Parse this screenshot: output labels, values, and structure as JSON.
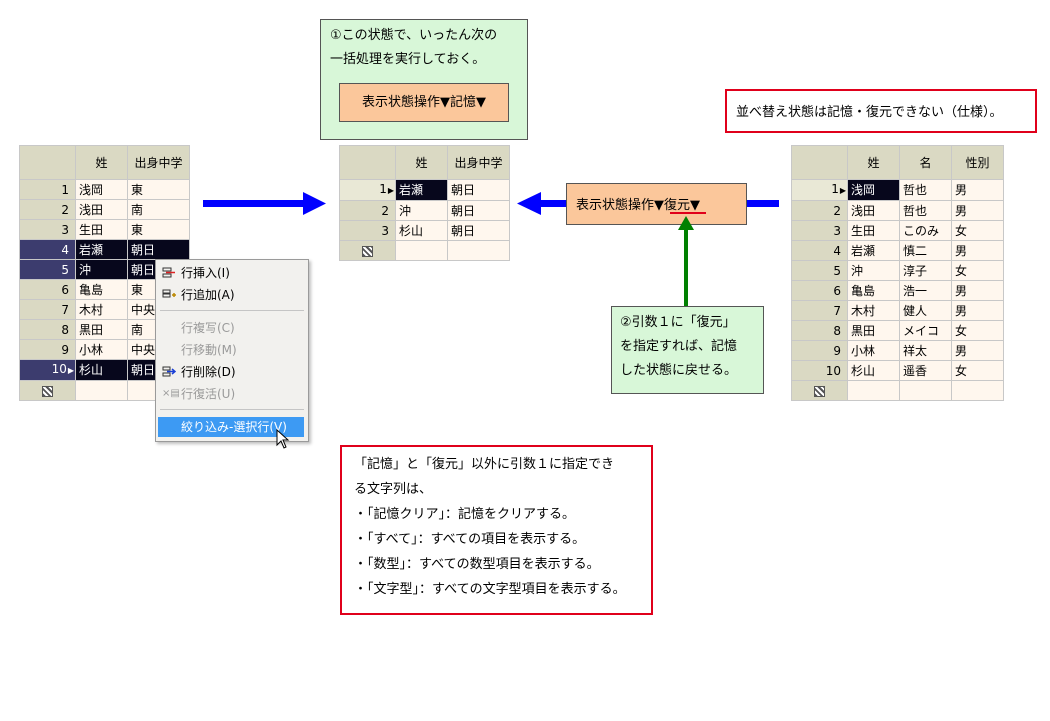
{
  "columns": {
    "sei": "姓",
    "chugaku": "出身中学",
    "mei": "名",
    "seibetsu": "性別"
  },
  "left_grid": {
    "rows": [
      {
        "no": "1",
        "sei": "浅岡",
        "chugaku": "東",
        "selected": false
      },
      {
        "no": "2",
        "sei": "浅田",
        "chugaku": "南",
        "selected": false
      },
      {
        "no": "3",
        "sei": "生田",
        "chugaku": "東",
        "selected": false
      },
      {
        "no": "4",
        "sei": "岩瀬",
        "chugaku": "朝日",
        "selected": true
      },
      {
        "no": "5",
        "sei": "沖",
        "chugaku": "朝日",
        "selected": true
      },
      {
        "no": "6",
        "sei": "亀島",
        "chugaku": "東",
        "selected": false
      },
      {
        "no": "7",
        "sei": "木村",
        "chugaku": "中央",
        "selected": false
      },
      {
        "no": "8",
        "sei": "黒田",
        "chugaku": "南",
        "selected": false
      },
      {
        "no": "9",
        "sei": "小林",
        "chugaku": "中央",
        "selected": false
      },
      {
        "no": "10",
        "sei": "杉山",
        "chugaku": "朝日",
        "selected": true
      }
    ]
  },
  "context_menu": {
    "insert_row": "行挿入(I)",
    "add_row": "行追加(A)",
    "copy_row": "行複写(C)",
    "move_row": "行移動(M)",
    "delete_row": "行削除(D)",
    "restore_row": "行復活(U)",
    "filter_selected": "絞り込み-選択行(V)"
  },
  "middle_grid": {
    "rows": [
      {
        "no": "1",
        "sei": "岩瀬",
        "chugaku": "朝日"
      },
      {
        "no": "2",
        "sei": "沖",
        "chugaku": "朝日"
      },
      {
        "no": "3",
        "sei": "杉山",
        "chugaku": "朝日"
      }
    ]
  },
  "right_grid": {
    "rows": [
      {
        "no": "1",
        "sei": "浅岡",
        "mei": "哲也",
        "seibetsu": "男"
      },
      {
        "no": "2",
        "sei": "浅田",
        "mei": "哲也",
        "seibetsu": "男"
      },
      {
        "no": "3",
        "sei": "生田",
        "mei": "このみ",
        "seibetsu": "女"
      },
      {
        "no": "4",
        "sei": "岩瀬",
        "mei": "慎二",
        "seibetsu": "男"
      },
      {
        "no": "5",
        "sei": "沖",
        "mei": "淳子",
        "seibetsu": "女"
      },
      {
        "no": "6",
        "sei": "亀島",
        "mei": "浩一",
        "seibetsu": "男"
      },
      {
        "no": "7",
        "sei": "木村",
        "mei": "健人",
        "seibetsu": "男"
      },
      {
        "no": "8",
        "sei": "黒田",
        "mei": "メイコ",
        "seibetsu": "女"
      },
      {
        "no": "9",
        "sei": "小林",
        "mei": "祥太",
        "seibetsu": "男"
      },
      {
        "no": "10",
        "sei": "杉山",
        "mei": "遥香",
        "seibetsu": "女"
      }
    ]
  },
  "callouts": {
    "step1_line1": "①この状態で、いったん次の",
    "step1_line2": "一括処理を実行しておく。",
    "step1_button": "表示状態操作▼記憶▼",
    "restore_button_prefix": "表示状態操作▼",
    "restore_button_arg": "復元",
    "restore_button_suffix": "▼",
    "step2_line1": "②引数１に「復元」",
    "step2_line2": "を指定すれば、記憶",
    "step2_line3": "した状態に戻せる。",
    "note_sort": "並べ替え状態は記憶・復元できない（仕様）。",
    "note_args": [
      "「記憶」と「復元」以外に引数１に指定でき",
      "る文字列は、",
      "・「記憶クリア」：記憶をクリアする。",
      "・「すべて」：すべての項目を表示する。",
      "・「数型」：すべての数型項目を表示する。",
      "・「文字型」：すべての文字型項目を表示する。"
    ]
  },
  "colors": {
    "arrow_blue": "#0000ff",
    "arrow_green": "#008000",
    "note_red": "#e0001b",
    "callout_green": "#d8f7d8",
    "button_orange": "#fbc79b",
    "menu_highlight": "#3d9af3"
  }
}
